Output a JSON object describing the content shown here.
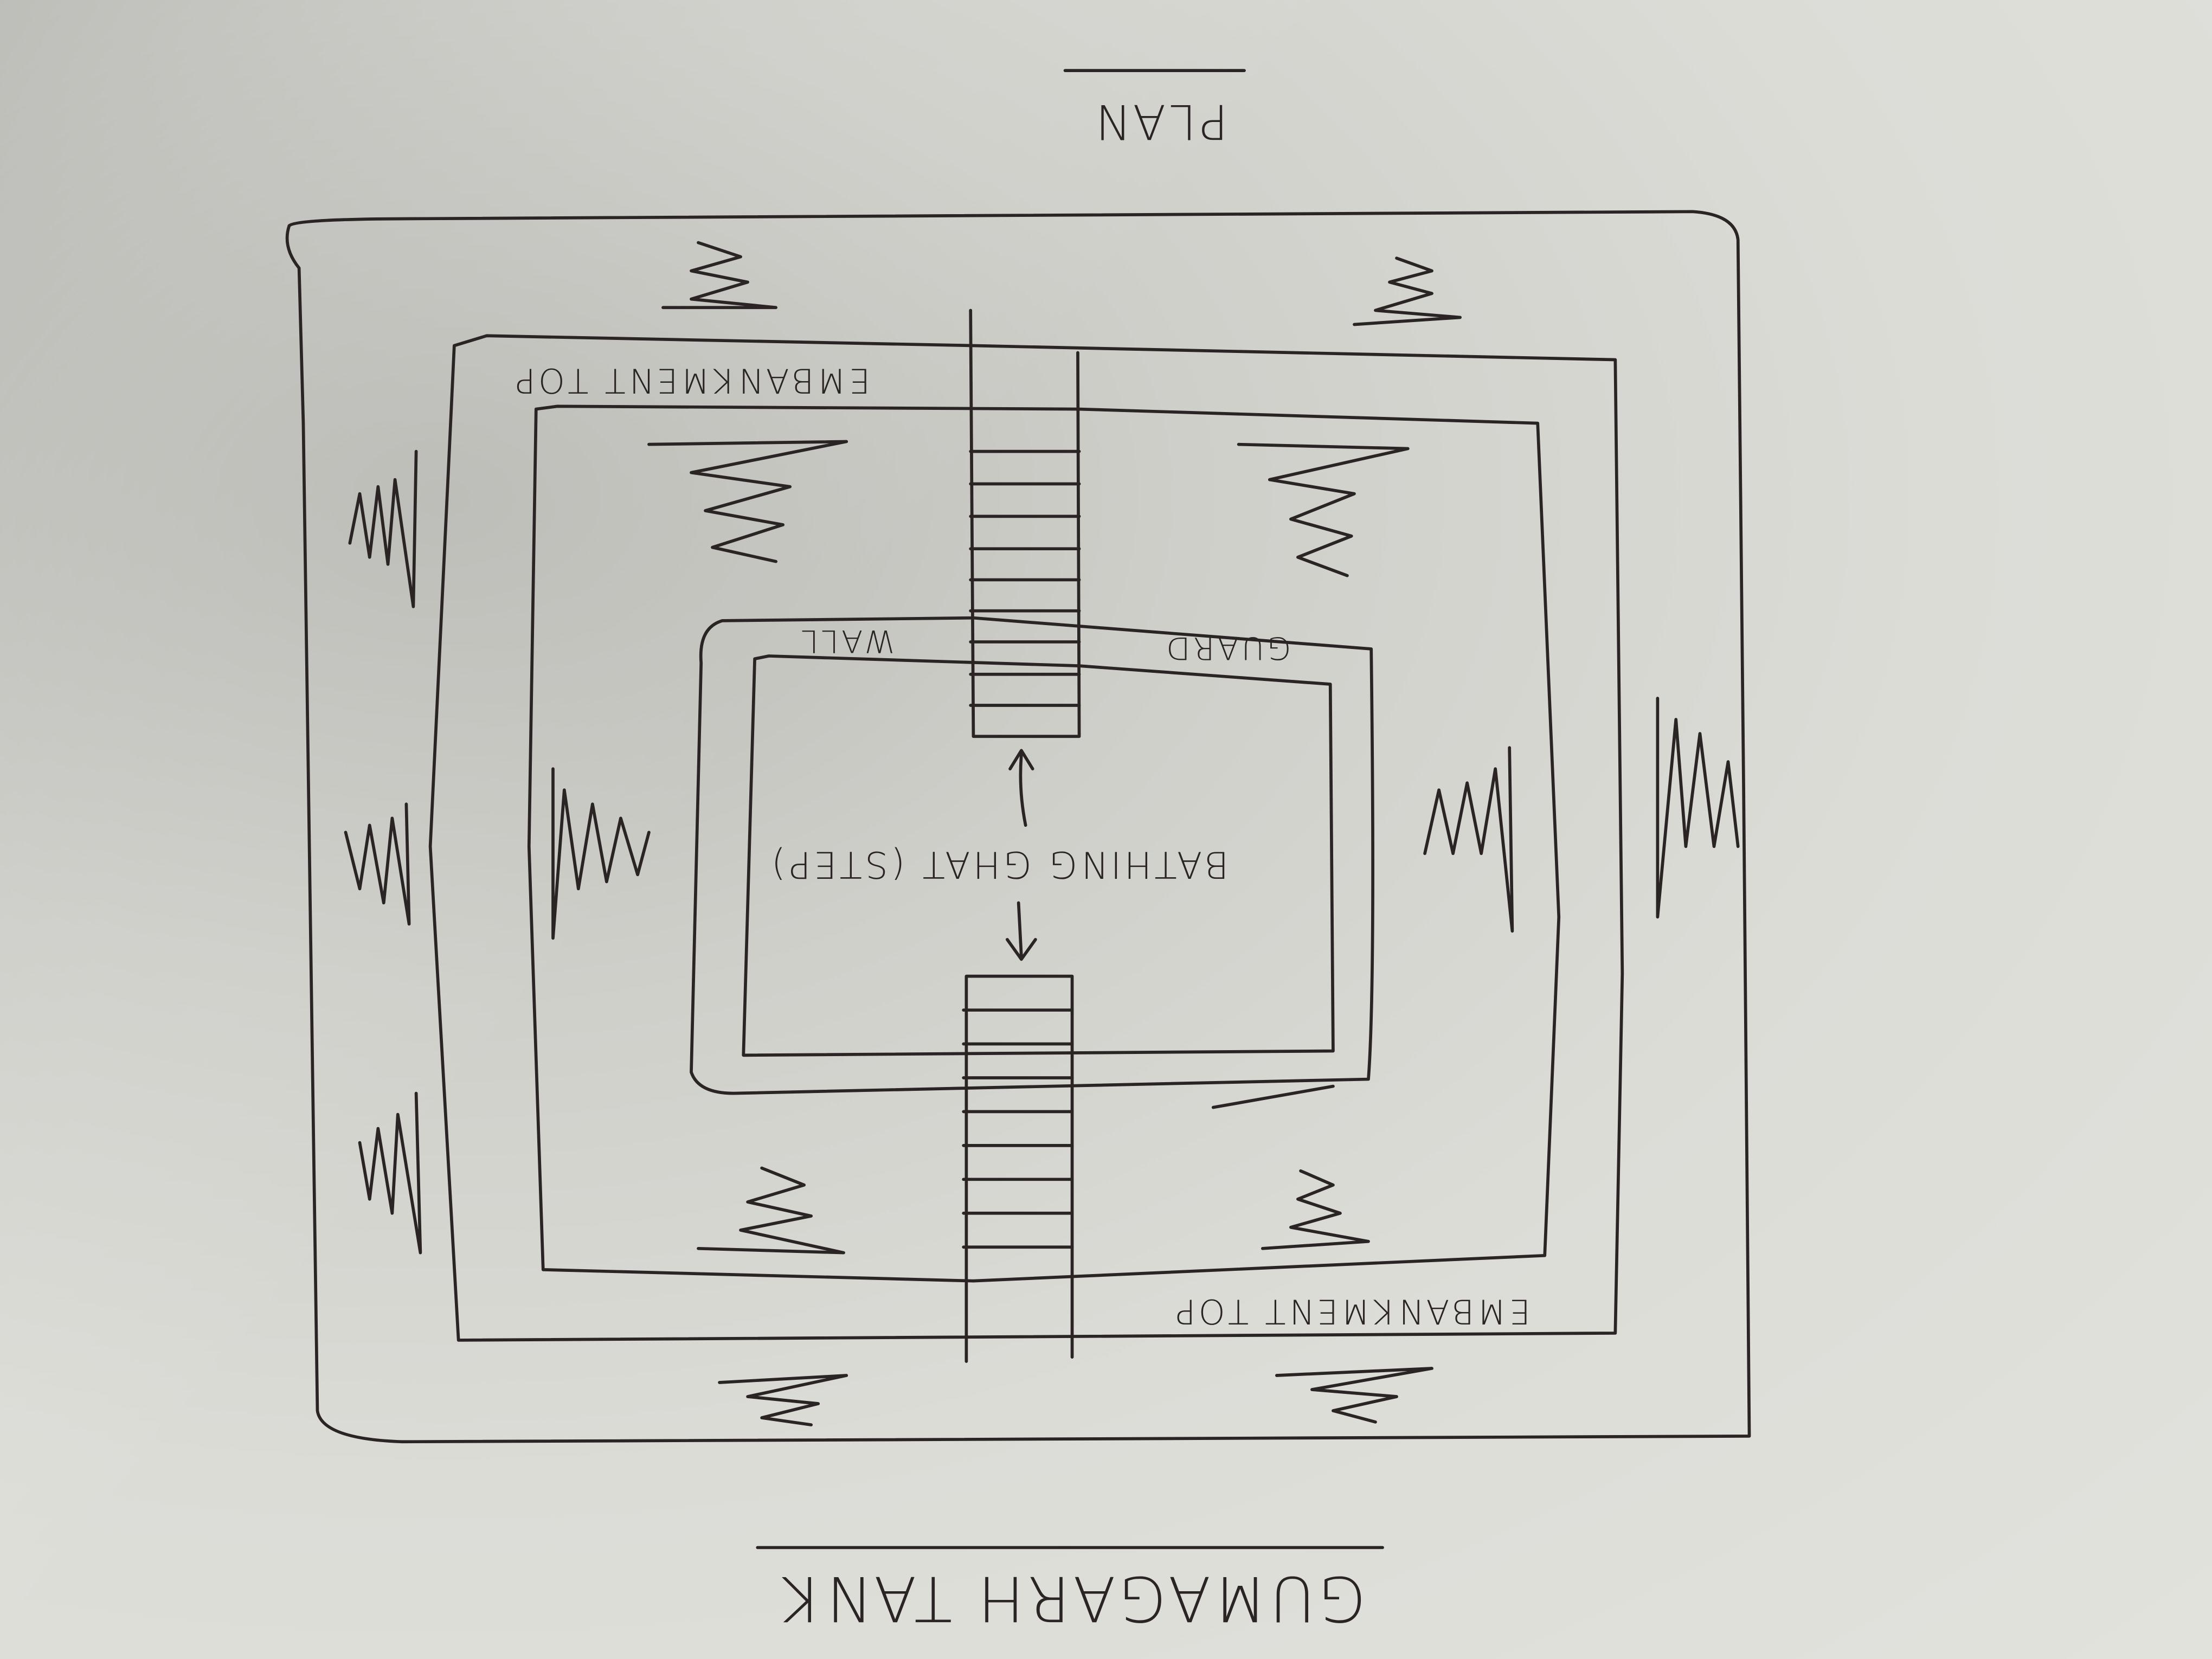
{
  "diagram": {
    "title": "GUMAGARH TANK",
    "view_label": "PLAN",
    "embankment_top_label": "EMBANKMENT TOP",
    "embankment_bottom_label": "EMBANKMENT TOP",
    "guard_label": "GUARD",
    "wall_label": "WALL",
    "ghat_label": "BATHING GHAT (STEP)",
    "orientation": "upside-down"
  }
}
